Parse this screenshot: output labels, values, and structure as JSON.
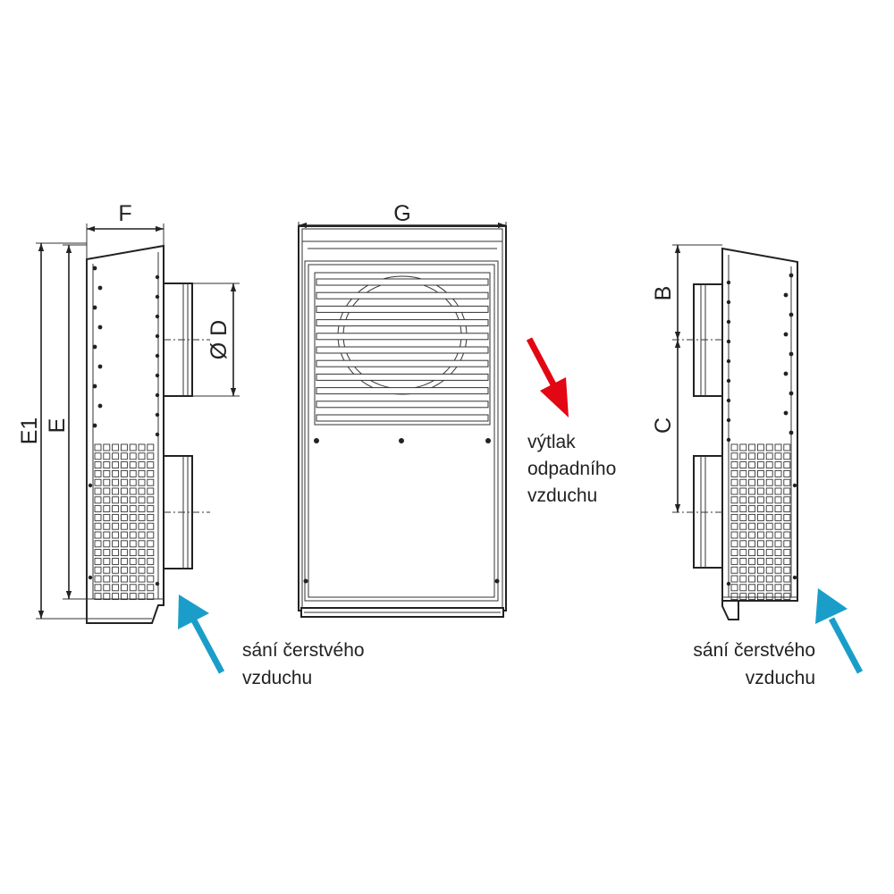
{
  "dimensions": {
    "f": "F",
    "g": "G",
    "d": "Ø D",
    "e": "E",
    "e1": "E1",
    "b": "B",
    "c": "C"
  },
  "captions": {
    "exhaust": [
      "výtlak",
      "odpadního",
      "vzduchu"
    ],
    "intake_left": [
      "sání čerstvého",
      "vzduchu"
    ],
    "intake_right": [
      "sání čerstvého",
      "vzduchu"
    ]
  },
  "colors": {
    "exhaust_arrow": "#e30613",
    "intake_arrow": "#1a9ec9",
    "line": "#222222"
  }
}
